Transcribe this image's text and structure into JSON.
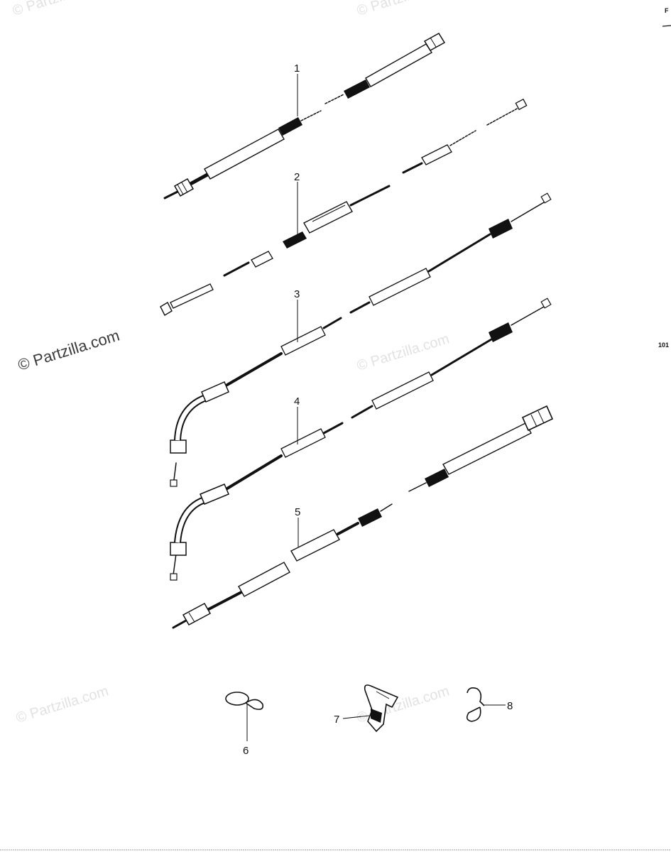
{
  "watermarks": {
    "primary": "© Partzilla.com",
    "faint": "© Partzilla.com"
  },
  "edge_marks": {
    "top_right": "F",
    "right_side": "101"
  },
  "callouts": [
    "1",
    "2",
    "3",
    "4",
    "5",
    "6",
    "7",
    "8"
  ]
}
